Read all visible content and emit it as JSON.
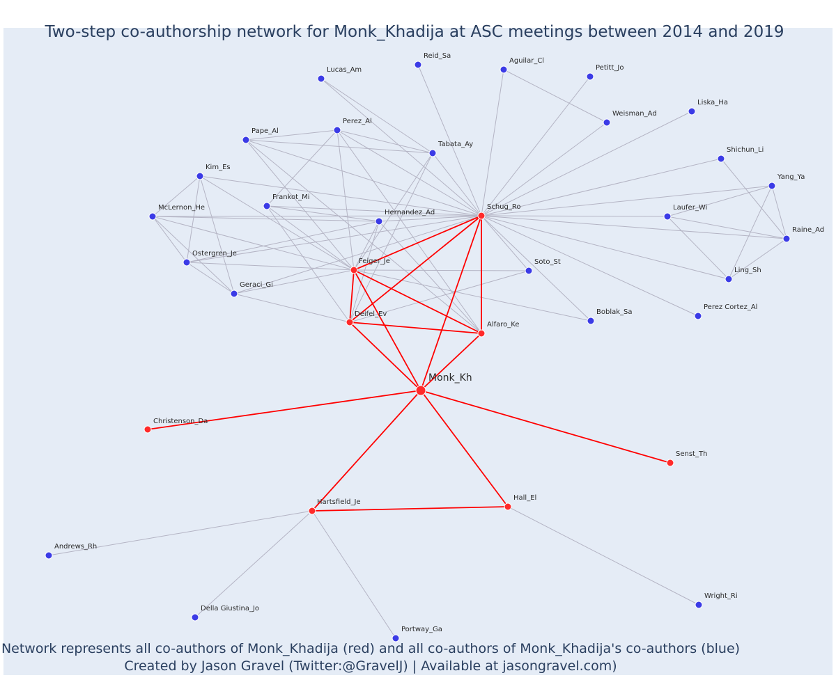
{
  "title": "Two-step co-authorship network for Monk_Khadija at ASC meetings between 2014 and 2019",
  "captions": [
    "Network represents all co-authors of Monk_Khadija (red) and all co-authors of Monk_Khadija's co-authors (blue)",
    "Created by Jason Gravel (Twitter:@GravelJ) | Available at jasongravel.com)"
  ],
  "colors": {
    "background": "#e5ecf6",
    "first_degree": "#ff2a2a",
    "second_degree": "#3b3be6",
    "first_degree_edge": "#ff0000",
    "second_degree_edge": "#b4b4c4",
    "text": "#2a3f5f"
  },
  "center": "Monk_Kh",
  "nodes": [
    {
      "id": "Monk_Kh",
      "label": "Monk_Kh",
      "group": "center"
    },
    {
      "id": "Schug_Ro",
      "label": "Schug_Ro",
      "group": "red"
    },
    {
      "id": "Feiger_Je",
      "label": "Feiger_Je",
      "group": "red"
    },
    {
      "id": "Deifel_Ev",
      "label": "Deifel_Ev",
      "group": "red"
    },
    {
      "id": "Alfaro_Ke",
      "label": "Alfaro_Ke",
      "group": "red"
    },
    {
      "id": "Christenson_Da",
      "label": "Christenson_Da",
      "group": "red"
    },
    {
      "id": "Senst_Th",
      "label": "Senst_Th",
      "group": "red"
    },
    {
      "id": "Hartsfield_Je",
      "label": "Hartsfield_Je",
      "group": "red"
    },
    {
      "id": "Hall_El",
      "label": "Hall_El",
      "group": "red"
    },
    {
      "id": "Reid_Sa",
      "label": "Reid_Sa",
      "group": "blue"
    },
    {
      "id": "Aguilar_Cl",
      "label": "Aguilar_Cl",
      "group": "blue"
    },
    {
      "id": "Lucas_Am",
      "label": "Lucas_Am",
      "group": "blue"
    },
    {
      "id": "Petitt_Jo",
      "label": "Petitt_Jo",
      "group": "blue"
    },
    {
      "id": "Weisman_Ad",
      "label": "Weisman_Ad",
      "group": "blue"
    },
    {
      "id": "Liska_Ha",
      "label": "Liska_Ha",
      "group": "blue"
    },
    {
      "id": "Perez_Al",
      "label": "Perez_Al",
      "group": "blue"
    },
    {
      "id": "Pape_Al",
      "label": "Pape_Al",
      "group": "blue"
    },
    {
      "id": "Tabata_Ay",
      "label": "Tabata_Ay",
      "group": "blue"
    },
    {
      "id": "Shichun_Li",
      "label": "Shichun_Li",
      "group": "blue"
    },
    {
      "id": "Kim_Es",
      "label": "Kim_Es",
      "group": "blue"
    },
    {
      "id": "Yang_Ya",
      "label": "Yang_Ya",
      "group": "blue"
    },
    {
      "id": "Frankot_Mi",
      "label": "Frankot_Mi",
      "group": "blue"
    },
    {
      "id": "McLernon_He",
      "label": "McLernon_He",
      "group": "blue"
    },
    {
      "id": "Hernandez_Ad",
      "label": "Hernandez_Ad",
      "group": "blue"
    },
    {
      "id": "Laufer_Wi",
      "label": "Laufer_Wi",
      "group": "blue"
    },
    {
      "id": "Raine_Ad",
      "label": "Raine_Ad",
      "group": "blue"
    },
    {
      "id": "Ostergren_Je",
      "label": "Ostergren_Je",
      "group": "blue"
    },
    {
      "id": "Soto_St",
      "label": "Soto_St",
      "group": "blue"
    },
    {
      "id": "Ling_Sh",
      "label": "Ling_Sh",
      "group": "blue"
    },
    {
      "id": "Geraci_Gi",
      "label": "Geraci_Gi",
      "group": "blue"
    },
    {
      "id": "Perez Cortez_Al",
      "label": "Perez Cortez_Al",
      "group": "blue"
    },
    {
      "id": "Boblak_Sa",
      "label": "Boblak_Sa",
      "group": "blue"
    },
    {
      "id": "Andrews_Rh",
      "label": "Andrews_Rh",
      "group": "blue"
    },
    {
      "id": "Wright_Ri",
      "label": "Wright_Ri",
      "group": "blue"
    },
    {
      "id": "Della Giustina_Jo",
      "label": "Della Giustina_Jo",
      "group": "blue"
    },
    {
      "id": "Portway_Ga",
      "label": "Portway_Ga",
      "group": "blue"
    }
  ],
  "edges": [
    [
      "Monk_Kh",
      "Schug_Ro"
    ],
    [
      "Monk_Kh",
      "Feiger_Je"
    ],
    [
      "Monk_Kh",
      "Deifel_Ev"
    ],
    [
      "Monk_Kh",
      "Alfaro_Ke"
    ],
    [
      "Monk_Kh",
      "Christenson_Da"
    ],
    [
      "Monk_Kh",
      "Senst_Th"
    ],
    [
      "Monk_Kh",
      "Hartsfield_Je"
    ],
    [
      "Monk_Kh",
      "Hall_El"
    ],
    [
      "Schug_Ro",
      "Feiger_Je"
    ],
    [
      "Schug_Ro",
      "Deifel_Ev"
    ],
    [
      "Schug_Ro",
      "Alfaro_Ke"
    ],
    [
      "Feiger_Je",
      "Deifel_Ev"
    ],
    [
      "Feiger_Je",
      "Alfaro_Ke"
    ],
    [
      "Deifel_Ev",
      "Alfaro_Ke"
    ],
    [
      "Hartsfield_Je",
      "Hall_El"
    ],
    [
      "Schug_Ro",
      "Reid_Sa"
    ],
    [
      "Schug_Ro",
      "Aguilar_Cl"
    ],
    [
      "Schug_Ro",
      "Lucas_Am"
    ],
    [
      "Schug_Ro",
      "Petitt_Jo"
    ],
    [
      "Schug_Ro",
      "Weisman_Ad"
    ],
    [
      "Schug_Ro",
      "Liska_Ha"
    ],
    [
      "Schug_Ro",
      "Perez_Al"
    ],
    [
      "Schug_Ro",
      "Pape_Al"
    ],
    [
      "Schug_Ro",
      "Tabata_Ay"
    ],
    [
      "Schug_Ro",
      "Shichun_Li"
    ],
    [
      "Schug_Ro",
      "Kim_Es"
    ],
    [
      "Schug_Ro",
      "Yang_Ya"
    ],
    [
      "Schug_Ro",
      "Frankot_Mi"
    ],
    [
      "Schug_Ro",
      "McLernon_He"
    ],
    [
      "Schug_Ro",
      "Hernandez_Ad"
    ],
    [
      "Schug_Ro",
      "Laufer_Wi"
    ],
    [
      "Schug_Ro",
      "Raine_Ad"
    ],
    [
      "Schug_Ro",
      "Ostergren_Je"
    ],
    [
      "Schug_Ro",
      "Soto_St"
    ],
    [
      "Schug_Ro",
      "Ling_Sh"
    ],
    [
      "Schug_Ro",
      "Geraci_Gi"
    ],
    [
      "Schug_Ro",
      "Perez Cortez_Al"
    ],
    [
      "Schug_Ro",
      "Boblak_Sa"
    ],
    [
      "Feiger_Je",
      "Pape_Al"
    ],
    [
      "Feiger_Je",
      "Perez_Al"
    ],
    [
      "Feiger_Je",
      "Tabata_Ay"
    ],
    [
      "Feiger_Je",
      "Kim_Es"
    ],
    [
      "Feiger_Je",
      "Frankot_Mi"
    ],
    [
      "Feiger_Je",
      "McLernon_He"
    ],
    [
      "Feiger_Je",
      "Hernandez_Ad"
    ],
    [
      "Feiger_Je",
      "Ostergren_Je"
    ],
    [
      "Feiger_Je",
      "Geraci_Gi"
    ],
    [
      "Feiger_Je",
      "Soto_St"
    ],
    [
      "Feiger_Je",
      "Boblak_Sa"
    ],
    [
      "Deifel_Ev",
      "Frankot_Mi"
    ],
    [
      "Deifel_Ev",
      "Tabata_Ay"
    ],
    [
      "Deifel_Ev",
      "Hernandez_Ad"
    ],
    [
      "Deifel_Ev",
      "Soto_St"
    ],
    [
      "Deifel_Ev",
      "Geraci_Gi"
    ],
    [
      "Alfaro_Ke",
      "Perez_Al"
    ],
    [
      "Alfaro_Ke",
      "Pape_Al"
    ],
    [
      "Alfaro_Ke",
      "Hernandez_Ad"
    ],
    [
      "Pape_Al",
      "Perez_Al"
    ],
    [
      "Pape_Al",
      "Tabata_Ay"
    ],
    [
      "Perez_Al",
      "Tabata_Ay"
    ],
    [
      "Perez_Al",
      "Frankot_Mi"
    ],
    [
      "Lucas_Am",
      "Tabata_Ay"
    ],
    [
      "Aguilar_Cl",
      "Weisman_Ad"
    ],
    [
      "Kim_Es",
      "McLernon_He"
    ],
    [
      "Kim_Es",
      "Ostergren_Je"
    ],
    [
      "Kim_Es",
      "Geraci_Gi"
    ],
    [
      "McLernon_He",
      "Ostergren_Je"
    ],
    [
      "McLernon_He",
      "Geraci_Gi"
    ],
    [
      "McLernon_He",
      "Hernandez_Ad"
    ],
    [
      "Ostergren_Je",
      "Geraci_Gi"
    ],
    [
      "Ostergren_Je",
      "Hernandez_Ad"
    ],
    [
      "Frankot_Mi",
      "Hernandez_Ad"
    ],
    [
      "Laufer_Wi",
      "Yang_Ya"
    ],
    [
      "Laufer_Wi",
      "Raine_Ad"
    ],
    [
      "Laufer_Wi",
      "Ling_Sh"
    ],
    [
      "Yang_Ya",
      "Raine_Ad"
    ],
    [
      "Yang_Ya",
      "Ling_Sh"
    ],
    [
      "Shichun_Li",
      "Raine_Ad"
    ],
    [
      "Raine_Ad",
      "Ling_Sh"
    ],
    [
      "Hartsfield_Je",
      "Andrews_Rh"
    ],
    [
      "Hartsfield_Je",
      "Della Giustina_Jo"
    ],
    [
      "Hartsfield_Je",
      "Portway_Ga"
    ],
    [
      "Hall_El",
      "Wright_Ri"
    ]
  ]
}
